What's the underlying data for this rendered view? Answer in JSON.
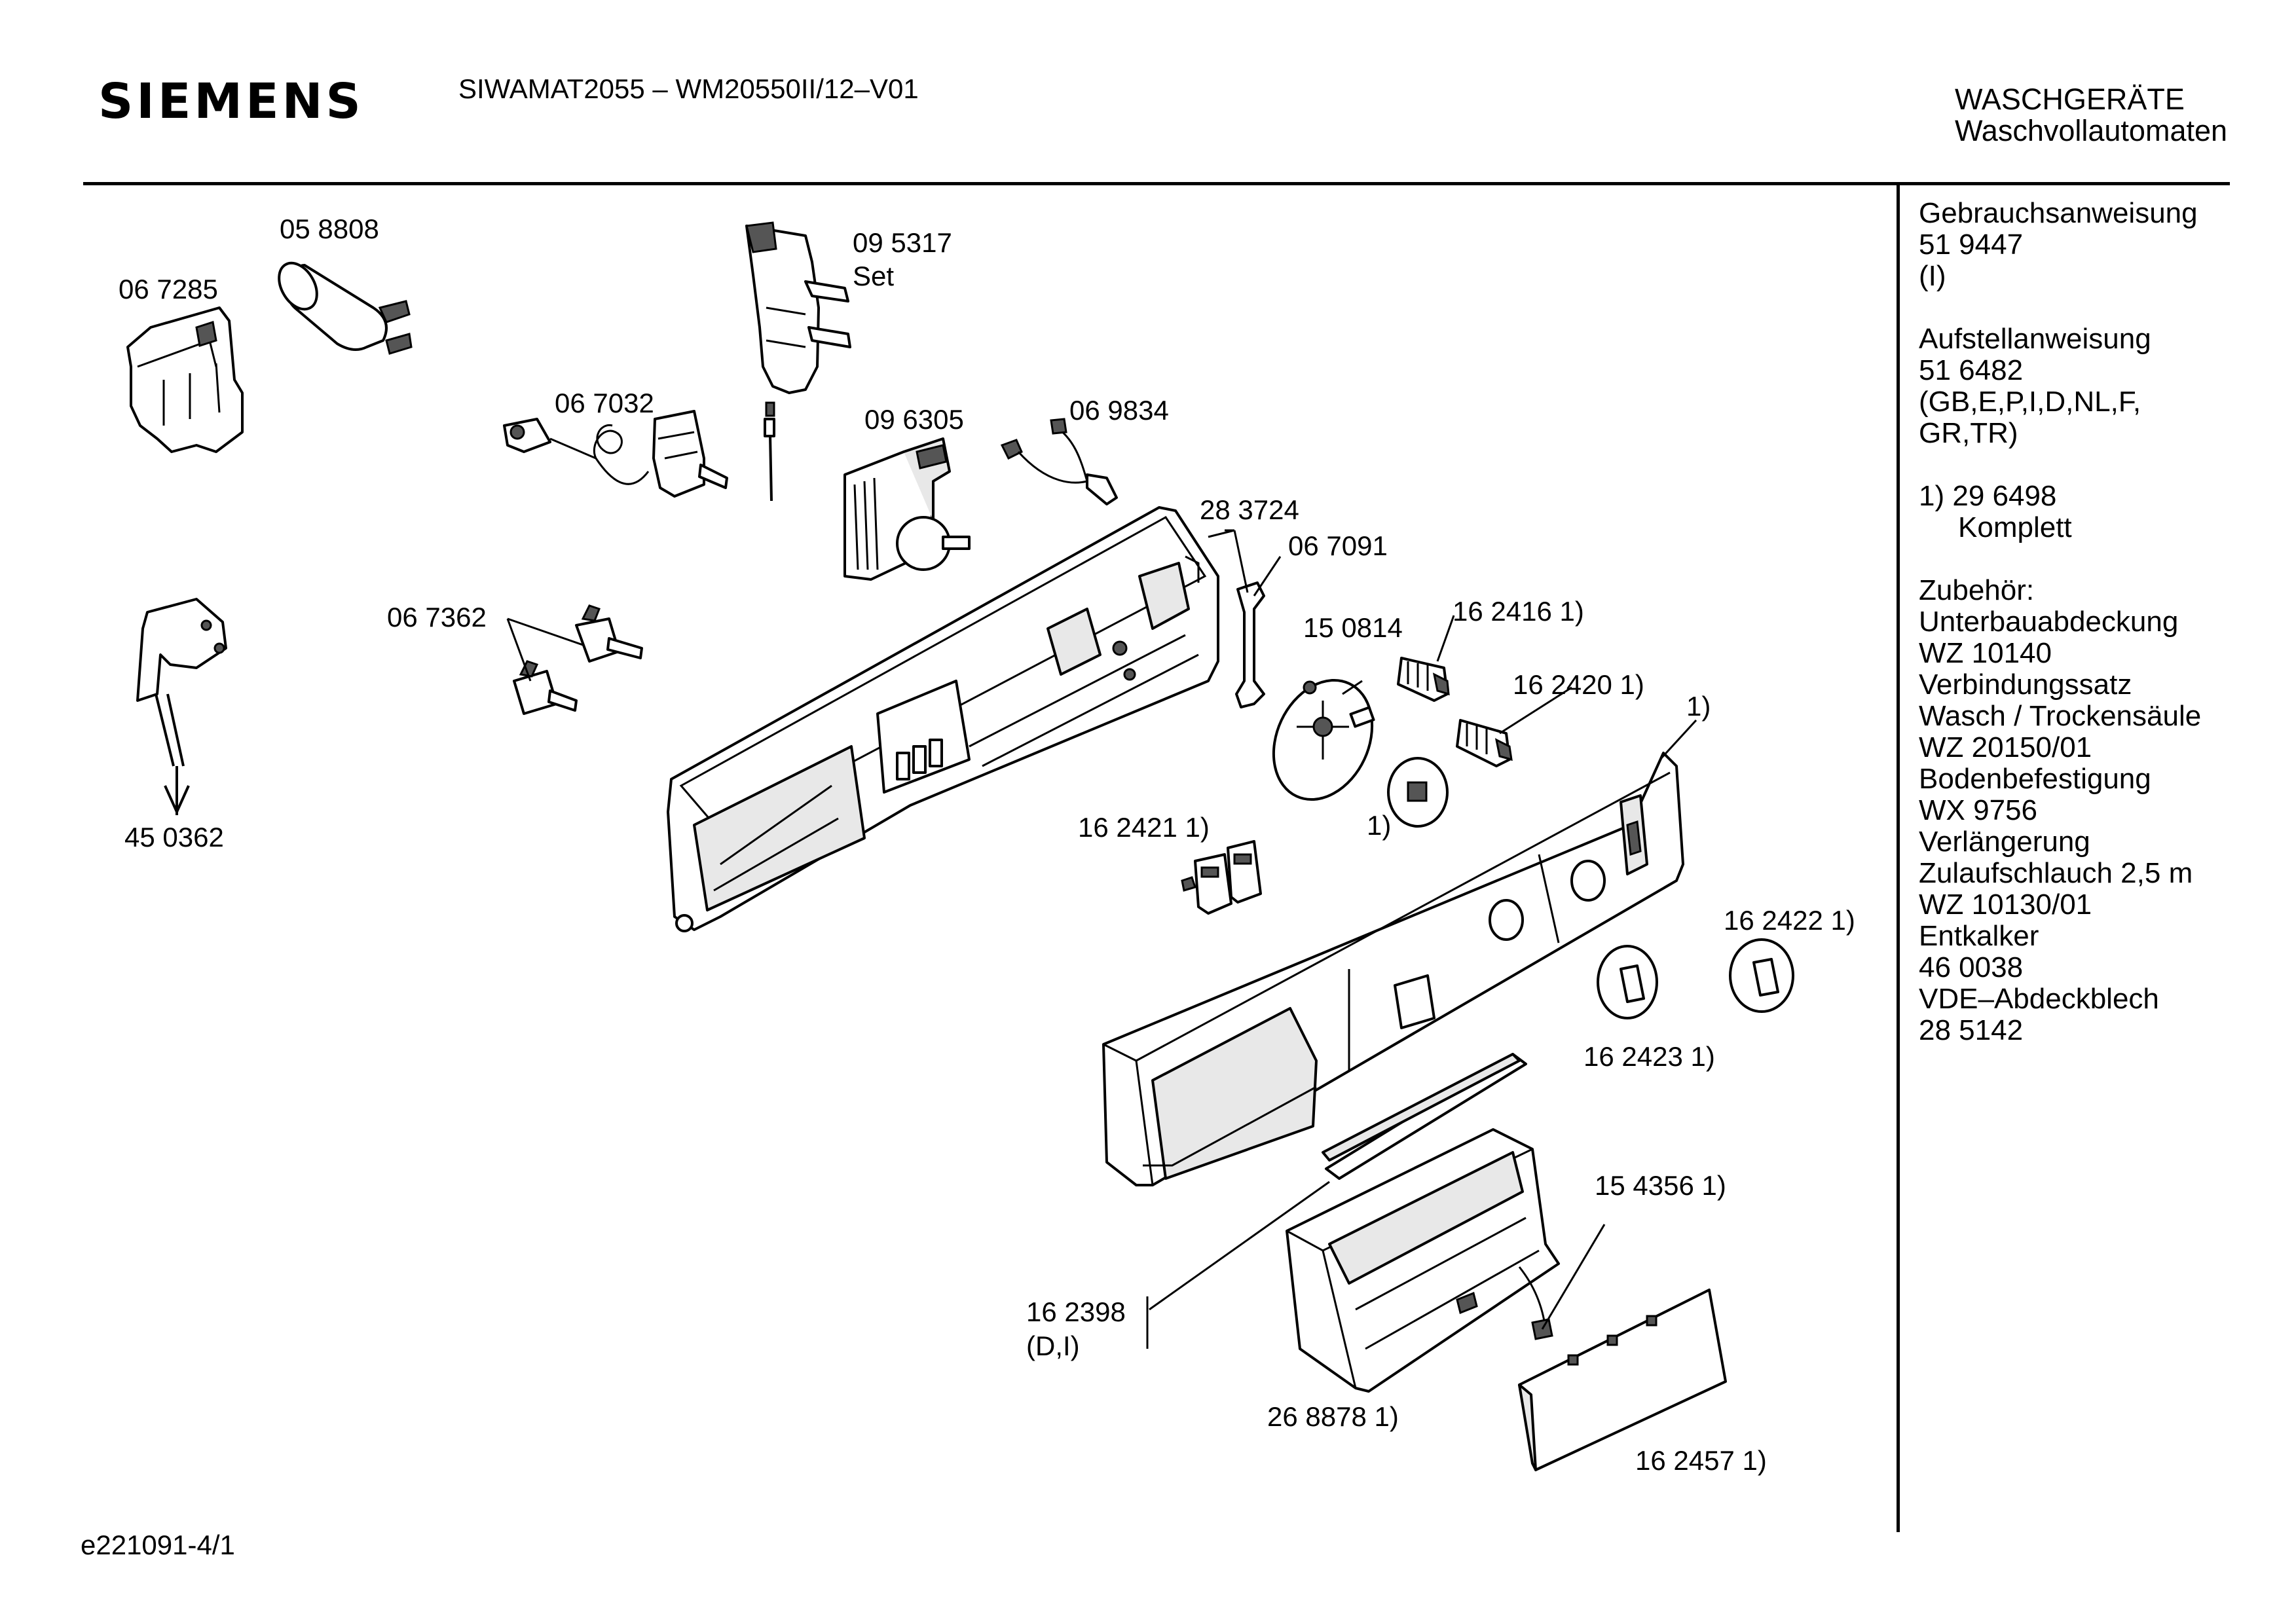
{
  "header": {
    "brand": "SIEMENS",
    "model": "SIWAMAT2055 – WM20550II/12–V01",
    "category_line1": "WASCHGERÄTE",
    "category_line2": "Waschvollautomaten"
  },
  "sidebar": {
    "blocks": [
      {
        "lines": [
          "Gebrauchsanweisung",
          "51 9447",
          "(I)"
        ]
      },
      {
        "lines": [
          "Aufstellanweisung",
          "51 6482",
          "(GB,E,P,I,D,NL,F,",
          "GR,TR)"
        ]
      },
      {
        "lines": [
          "1)  29 6498",
          "Komplett"
        ]
      },
      {
        "lines": [
          "Zubehör:",
          "Unterbauabdeckung",
          "WZ 10140",
          "Verbindungssatz",
          "Wasch / Trockensäule",
          "WZ 20150/01",
          "Bodenbefestigung",
          "WX 9756",
          "Verlängerung",
          "Zulaufschlauch 2,5 m",
          "WZ 10130/01",
          "Entkalker",
          "46 0038",
          "VDE–Abdeckblech",
          "28 5142"
        ]
      }
    ]
  },
  "parts": {
    "p058808": "05 8808",
    "p067285": "06 7285",
    "p095317": "09 5317",
    "p095317_set": "Set",
    "p067032": "06 7032",
    "p096305": "09 6305",
    "p069834": "06 9834",
    "p283724": "28 3724",
    "p067091": "06 7091",
    "p067362": "06 7362",
    "p150814": "15 0814",
    "p162416": "16 2416 1)",
    "p162420": "16 2420 1)",
    "p_panel": "1)",
    "p_knobcore": "1)",
    "p162421": "16 2421 1)",
    "p162422": "16 2422 1)",
    "p162423": "16 2423 1)",
    "p450362": "45 0362",
    "p154356": "15 4356 1)",
    "p162398": "16 2398",
    "p162398_note": "(D,I)",
    "p268878": "26 8878 1)",
    "p162457": "16 2457 1)"
  },
  "footer": {
    "doc_id": "e221091-4/1"
  }
}
